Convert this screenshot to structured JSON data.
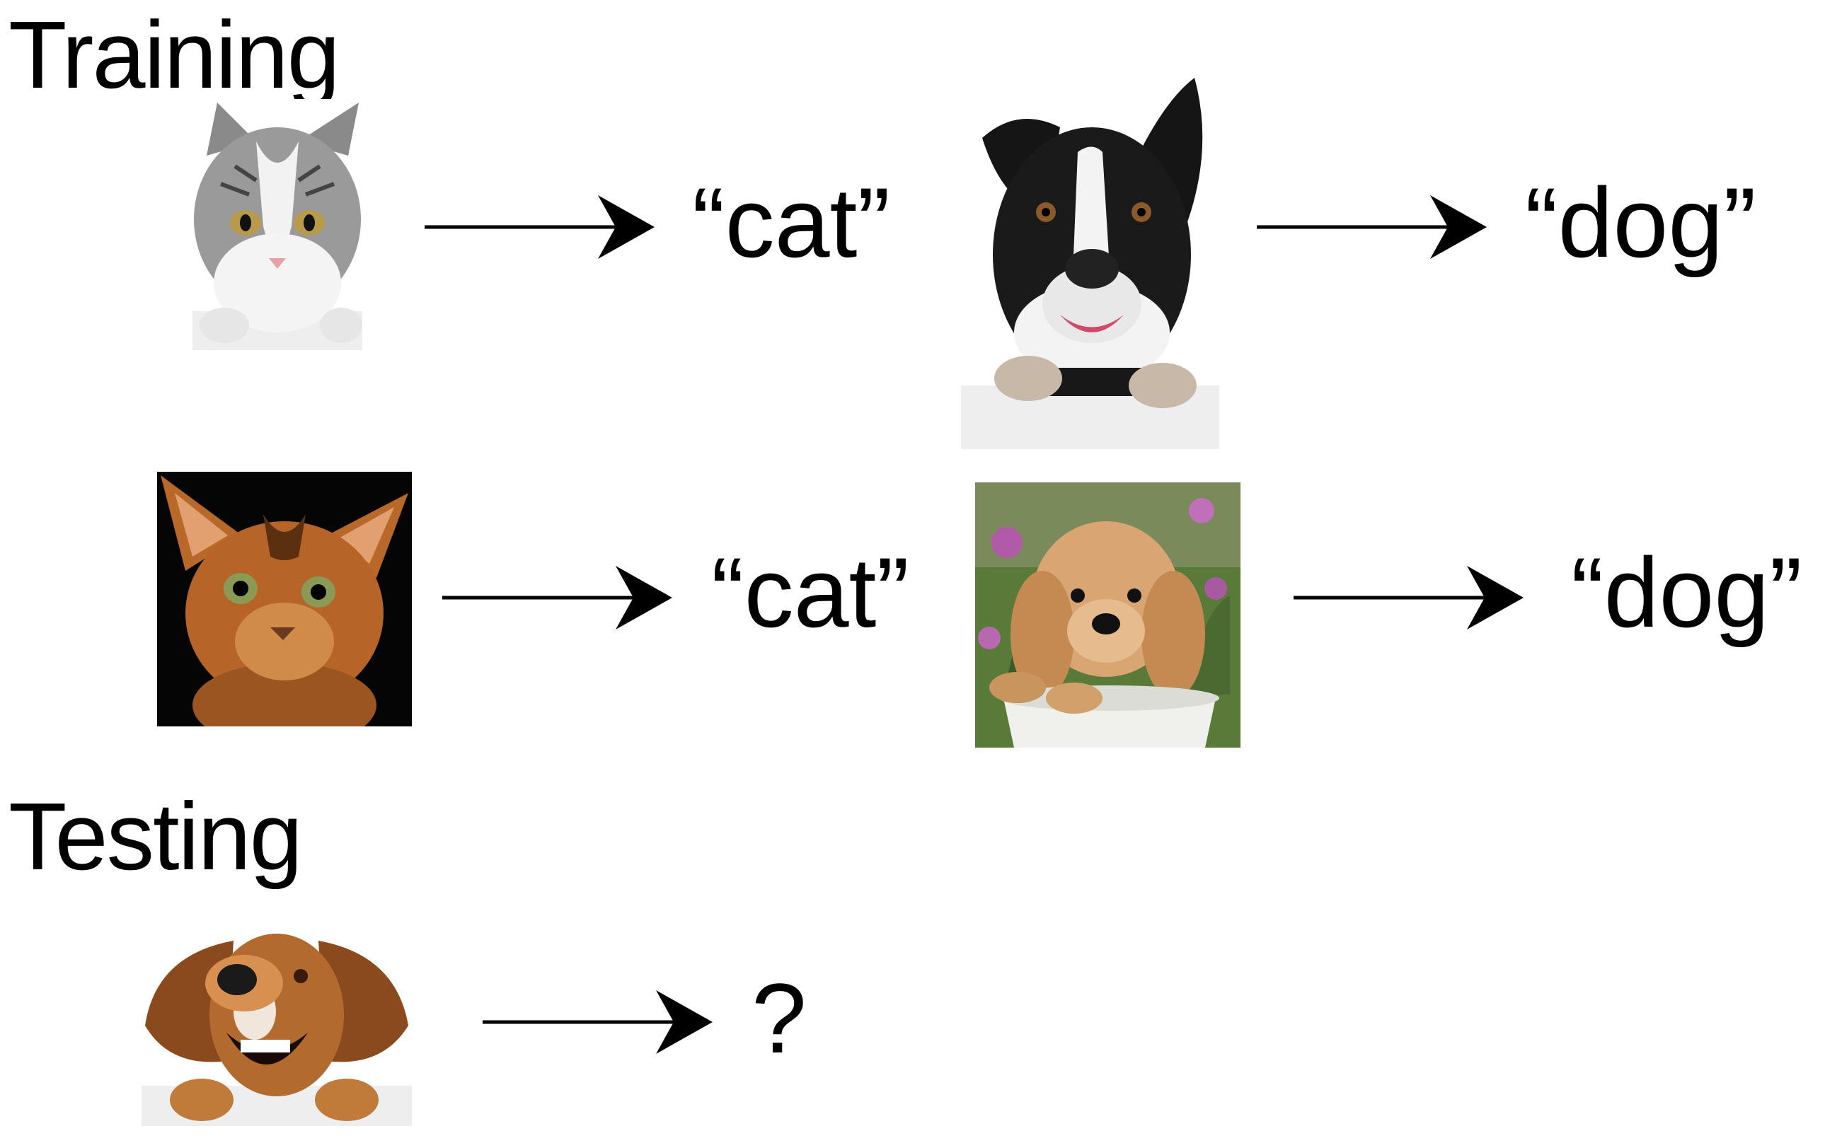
{
  "sections": {
    "training_title": "Training",
    "testing_title": "Testing"
  },
  "training": {
    "row1": {
      "cat_label": "“cat”",
      "dog_label": "“dog”"
    },
    "row2": {
      "cat_label": "“cat”",
      "dog_label": "“dog”"
    }
  },
  "testing": {
    "result_label": "?"
  },
  "images": {
    "training_cat_1": "tabby-kitten-photo",
    "training_dog_1": "black-white-dog-photo",
    "training_cat_2": "orange-kitten-black-background-photo",
    "training_dog_2": "golden-puppy-in-pot-photo",
    "testing_dog": "brown-dog-ears-flying-photo"
  },
  "colors": {
    "text": "#000000",
    "background": "#ffffff"
  }
}
